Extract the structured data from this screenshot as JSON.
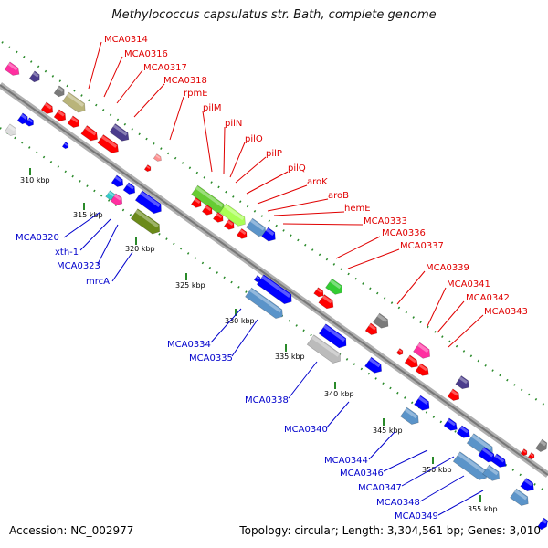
{
  "title": "Methylococcus capsulatus str. Bath, complete genome",
  "footer": {
    "accession": "Accession: NC_002977",
    "summary": "Topology: circular; Length: 3,304,561 bp; Genes: 3,010"
  },
  "ticks": [
    "310 kbp",
    "315 kbp",
    "320 kbp",
    "325 kbp",
    "330 kbp",
    "335 kbp",
    "340 kbp",
    "345 kbp",
    "350 kbp",
    "355 kbp"
  ],
  "forward_labels": [
    "MCA0314",
    "MCA0316",
    "MCA0317",
    "MCA0318",
    "rpmE",
    "pilM",
    "pilN",
    "pilO",
    "pilP",
    "pilQ",
    "aroK",
    "aroB",
    "hemE",
    "MCA0333",
    "MCA0336",
    "MCA0337",
    "MCA0339",
    "MCA0341",
    "MCA0342",
    "MCA0343"
  ],
  "reverse_labels": [
    "MCA0320",
    "xth-1",
    "MCA0323",
    "mrcA",
    "MCA0334",
    "MCA0335",
    "MCA0338",
    "MCA0340",
    "MCA0344",
    "MCA0346",
    "MCA0347",
    "MCA0348",
    "MCA0349"
  ],
  "colors": {
    "forward_label": "#e00000",
    "reverse_label": "#0000cc",
    "backbone": "#999999",
    "tick": "#2a8a2a"
  }
}
